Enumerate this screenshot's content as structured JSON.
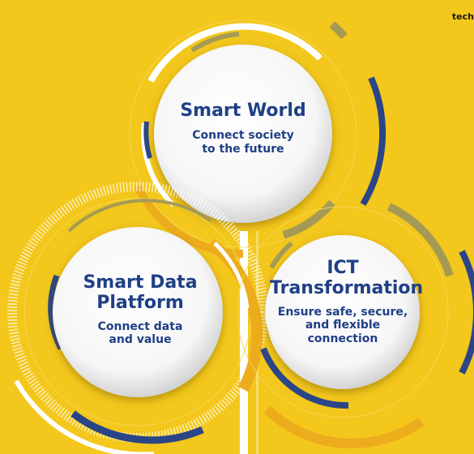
{
  "corner_text": "tech",
  "circles": {
    "top": {
      "title": "Smart World",
      "subtitle_1": "Connect society",
      "subtitle_2": "to the future"
    },
    "left": {
      "title_1": "Smart Data",
      "title_2": "Platform",
      "subtitle_1": "Connect data",
      "subtitle_2": "and value"
    },
    "right": {
      "title_1": "ICT",
      "title_2": "Transformation",
      "subtitle_1": "Ensure safe, secure,",
      "subtitle_2": "and flexible",
      "subtitle_3": "connection"
    }
  },
  "colors": {
    "background": "#f3c71b",
    "navy": "#2b4688",
    "text": "#1f3f86",
    "circle_face": "#ffffff",
    "olive": "#a59a55",
    "orange_arc": "#ecac1c"
  }
}
